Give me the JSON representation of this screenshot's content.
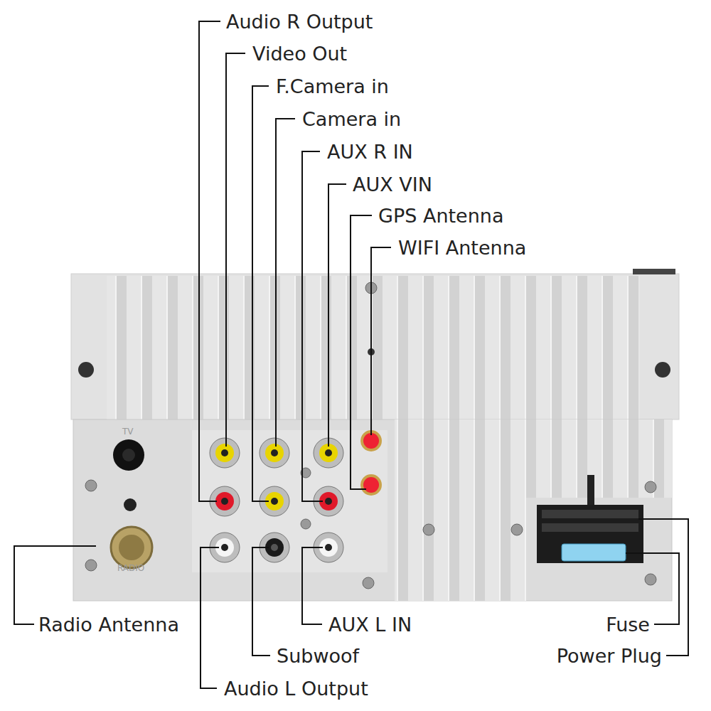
{
  "diagram": {
    "labels": [
      "Audio R Output",
      "Video Out",
      "F.Camera in",
      "Camera in",
      "AUX R IN",
      "AUX VIN",
      "GPS Antenna",
      "WIFI Antenna",
      "Radio Antenna",
      "AUX L IN",
      "Fuse",
      "Subwoof",
      "Power Plug",
      "Audio L Output",
      "TV",
      "RADIO"
    ]
  }
}
